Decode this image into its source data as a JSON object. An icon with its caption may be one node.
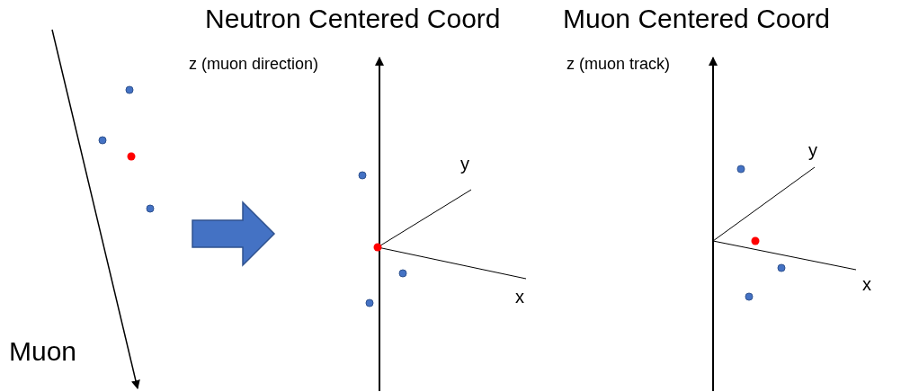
{
  "diagram": {
    "labels": [
      "Neutron Centered Coord",
      "Muon Centered Coord",
      "z (muon direction)",
      "z (muon track)",
      "y",
      "y",
      "x",
      "x",
      "Muon"
    ]
  }
}
